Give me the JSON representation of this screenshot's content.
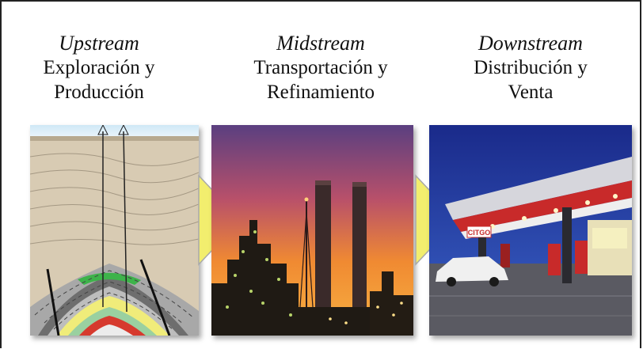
{
  "stages": [
    {
      "name": "Upstream",
      "line1": "Exploración y",
      "line2": "Producción"
    },
    {
      "name": "Midstream",
      "line1": "Transportación y",
      "line2": "Refinamiento"
    },
    {
      "name": "Downstream",
      "line1": "Distribución y",
      "line2": "Venta"
    }
  ],
  "images": [
    {
      "icon": "geological-cross-section-illustration"
    },
    {
      "icon": "refinery-at-sunset-photo"
    },
    {
      "icon": "gas-station-photo"
    }
  ],
  "colors": {
    "arrow_fill": "#f2ee6e",
    "arrow_stroke": "#a9a9a9",
    "frame": "#222222"
  },
  "logo_text": "CITGO"
}
